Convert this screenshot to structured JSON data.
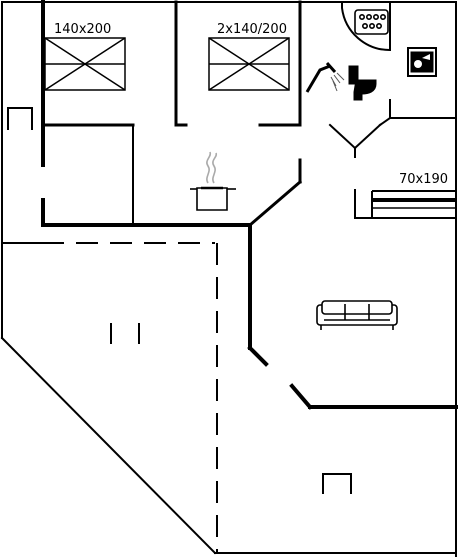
{
  "floorplan": {
    "beds": {
      "bedroom_1": "140x200",
      "bedroom_2": "2x140/200",
      "single_bed": "70x190"
    },
    "icons": [
      "kitchen-stove-icon",
      "shower-icon",
      "toilet-icon",
      "sauna-icon",
      "washing-machine-icon",
      "sofa-icon"
    ],
    "colors": {
      "walls": "#000000",
      "background": "#ffffff"
    }
  }
}
